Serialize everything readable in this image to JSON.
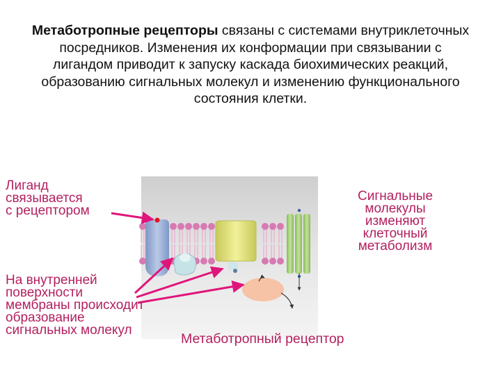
{
  "intro": {
    "bold": "Метаботропные рецепторы",
    "rest": " связаны с системами внутриклеточных посредников. Изменения их конформации при связывании с лигандом приводит к запуску каскада биохимических реакций, образованию сигнальных молекул и изменению функционального состояния клетки."
  },
  "captions": {
    "ligand": [
      "Лиганд",
      "связывается",
      "с рецептором"
    ],
    "inner": [
      "На внутренней",
      "поверхности",
      "мембраны происходит",
      "образование",
      "сигнальных молекул"
    ],
    "signal": [
      "Сигнальные",
      "молекулы",
      "изменяют",
      "клеточный",
      "метаболизм"
    ],
    "receptor": "Метаботропный рецептор"
  },
  "colors": {
    "caption": "#b3205f",
    "arrow": "#e0157a",
    "lipid_head": "#d77ab2",
    "lipid_tail": "#e9b7d1",
    "panel_top": "#cfcfcf",
    "panel_bottom": "#f1f1f1",
    "receptor": "#93a9d0",
    "channel": "#dfe07a",
    "transporter": "#a8cf75",
    "effector": "#f6c3a6",
    "gprotein": "#c6e3e8"
  }
}
